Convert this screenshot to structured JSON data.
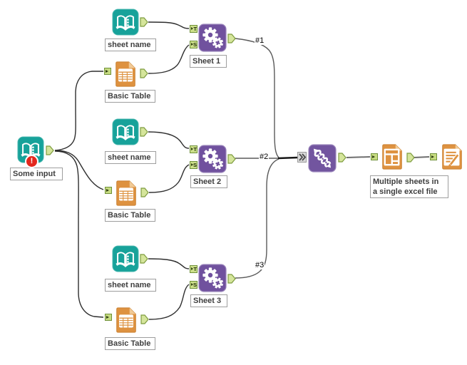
{
  "app": {
    "title": "Alteryx workflow canvas"
  },
  "colors": {
    "teal": "#17A29A",
    "orange": "#DE9240",
    "purple": "#70519E",
    "error_red": "#E3281E",
    "anchor_fill": "#D5E59B",
    "anchor_border": "#7E9C3F",
    "wire": "#2E2E2E",
    "label_border": "#9E9E9E",
    "label_text": "#3F3F3F"
  },
  "icons": {
    "text_input": "open-book-icon",
    "table": "table-document-icon",
    "report_text": "gears-icon",
    "join_multiple": "dna-helix-icon",
    "layout": "layout-document-icon",
    "render": "write-document-icon",
    "error": "exclamation-badge-icon",
    "multi_input": "double-chevron-anchor-icon"
  },
  "anchors": {
    "t": "T",
    "s": "S"
  },
  "input_node": {
    "label": "Some input",
    "error_badge": "!"
  },
  "groups": [
    {
      "sheet_name_label": "sheet name",
      "table_label": "Basic Table",
      "sheet_tool_label": "Sheet 1",
      "connection_tag": "#1"
    },
    {
      "sheet_name_label": "sheet name",
      "table_label": "Basic Table",
      "sheet_tool_label": "Sheet 2",
      "connection_tag": "#2"
    },
    {
      "sheet_name_label": "sheet name",
      "table_label": "Basic Table",
      "sheet_tool_label": "Sheet 3",
      "connection_tag": "#3"
    }
  ],
  "output": {
    "label_line1": "Multiple sheets in",
    "label_line2": "a single excel file"
  }
}
